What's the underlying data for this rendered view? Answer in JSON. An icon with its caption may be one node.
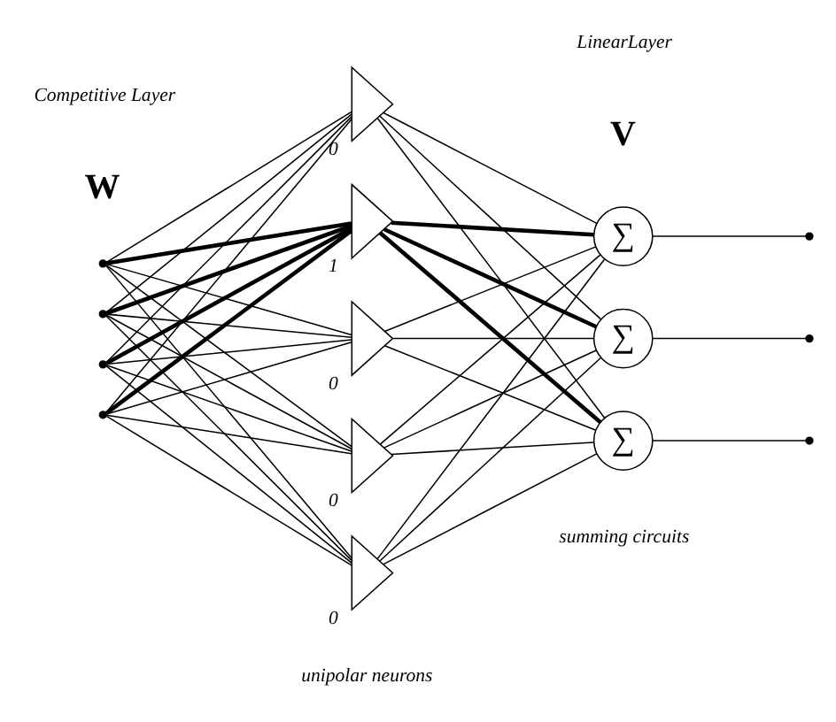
{
  "diagram": {
    "nodes": [
      {
        "text": [],
        "shape": "dot"
      },
      {
        "text": [],
        "shape": "dot"
      },
      {
        "text": [],
        "shape": "dot"
      },
      {
        "text": [],
        "shape": "dot"
      },
      {
        "text": [],
        "shape": "triangle",
        "beside": [
          "0"
        ]
      },
      {
        "text": [],
        "shape": "triangle",
        "beside": [
          "1"
        ]
      },
      {
        "text": [],
        "shape": "triangle",
        "beside": [
          "0"
        ]
      },
      {
        "text": [],
        "shape": "triangle",
        "beside": [
          "0"
        ]
      },
      {
        "text": [],
        "shape": "triangle",
        "beside": [
          "0"
        ]
      },
      {
        "text": [
          "∑"
        ]
      },
      {
        "text": [
          "∑"
        ]
      },
      {
        "text": [
          "∑"
        ]
      },
      {
        "text": [],
        "shape": "dot"
      },
      {
        "text": [],
        "shape": "dot"
      },
      {
        "text": [],
        "shape": "dot"
      }
    ],
    "edges": [
      {
        "from": 0,
        "to": 4,
        "arrow": "none"
      },
      {
        "from": 0,
        "to": 5,
        "arrow": "none",
        "style": "thick"
      },
      {
        "from": 0,
        "to": 6,
        "arrow": "none"
      },
      {
        "from": 0,
        "to": 7,
        "arrow": "none"
      },
      {
        "from": 0,
        "to": 8,
        "arrow": "none"
      },
      {
        "from": 1,
        "to": 4,
        "arrow": "none"
      },
      {
        "from": 1,
        "to": 5,
        "arrow": "none",
        "style": "thick"
      },
      {
        "from": 1,
        "to": 6,
        "arrow": "none"
      },
      {
        "from": 1,
        "to": 7,
        "arrow": "none"
      },
      {
        "from": 1,
        "to": 8,
        "arrow": "none"
      },
      {
        "from": 2,
        "to": 4,
        "arrow": "none"
      },
      {
        "from": 2,
        "to": 5,
        "arrow": "none",
        "style": "thick"
      },
      {
        "from": 2,
        "to": 6,
        "arrow": "none"
      },
      {
        "from": 2,
        "to": 7,
        "arrow": "none"
      },
      {
        "from": 2,
        "to": 8,
        "arrow": "none"
      },
      {
        "from": 3,
        "to": 4,
        "arrow": "none"
      },
      {
        "from": 3,
        "to": 5,
        "arrow": "none",
        "style": "thick"
      },
      {
        "from": 3,
        "to": 6,
        "arrow": "none"
      },
      {
        "from": 3,
        "to": 7,
        "arrow": "none"
      },
      {
        "from": 3,
        "to": 8,
        "arrow": "none"
      },
      {
        "from": 4,
        "to": 9,
        "arrow": "none"
      },
      {
        "from": 4,
        "to": 10,
        "arrow": "none"
      },
      {
        "from": 4,
        "to": 11,
        "arrow": "none"
      },
      {
        "from": 5,
        "to": 9,
        "arrow": "none",
        "style": "thick"
      },
      {
        "from": 5,
        "to": 10,
        "arrow": "none",
        "style": "thick"
      },
      {
        "from": 5,
        "to": 11,
        "arrow": "none",
        "style": "thick"
      },
      {
        "from": 6,
        "to": 9,
        "arrow": "none"
      },
      {
        "from": 6,
        "to": 10,
        "arrow": "none"
      },
      {
        "from": 6,
        "to": 11,
        "arrow": "none"
      },
      {
        "from": 7,
        "to": 9,
        "arrow": "none"
      },
      {
        "from": 7,
        "to": 10,
        "arrow": "none"
      },
      {
        "from": 7,
        "to": 11,
        "arrow": "none"
      },
      {
        "from": 8,
        "to": 9,
        "arrow": "none"
      },
      {
        "from": 8,
        "to": 10,
        "arrow": "none"
      },
      {
        "from": 8,
        "to": 11,
        "arrow": "none"
      },
      {
        "from": 9,
        "to": 12,
        "arrow": "none"
      },
      {
        "from": 10,
        "to": 13,
        "arrow": "none"
      },
      {
        "from": 11,
        "to": 14,
        "arrow": "none"
      }
    ],
    "labels": [
      "Competitive Layer",
      "W",
      "LinearLayer",
      "V",
      "unipolar neurons",
      "summing circuits"
    ]
  }
}
